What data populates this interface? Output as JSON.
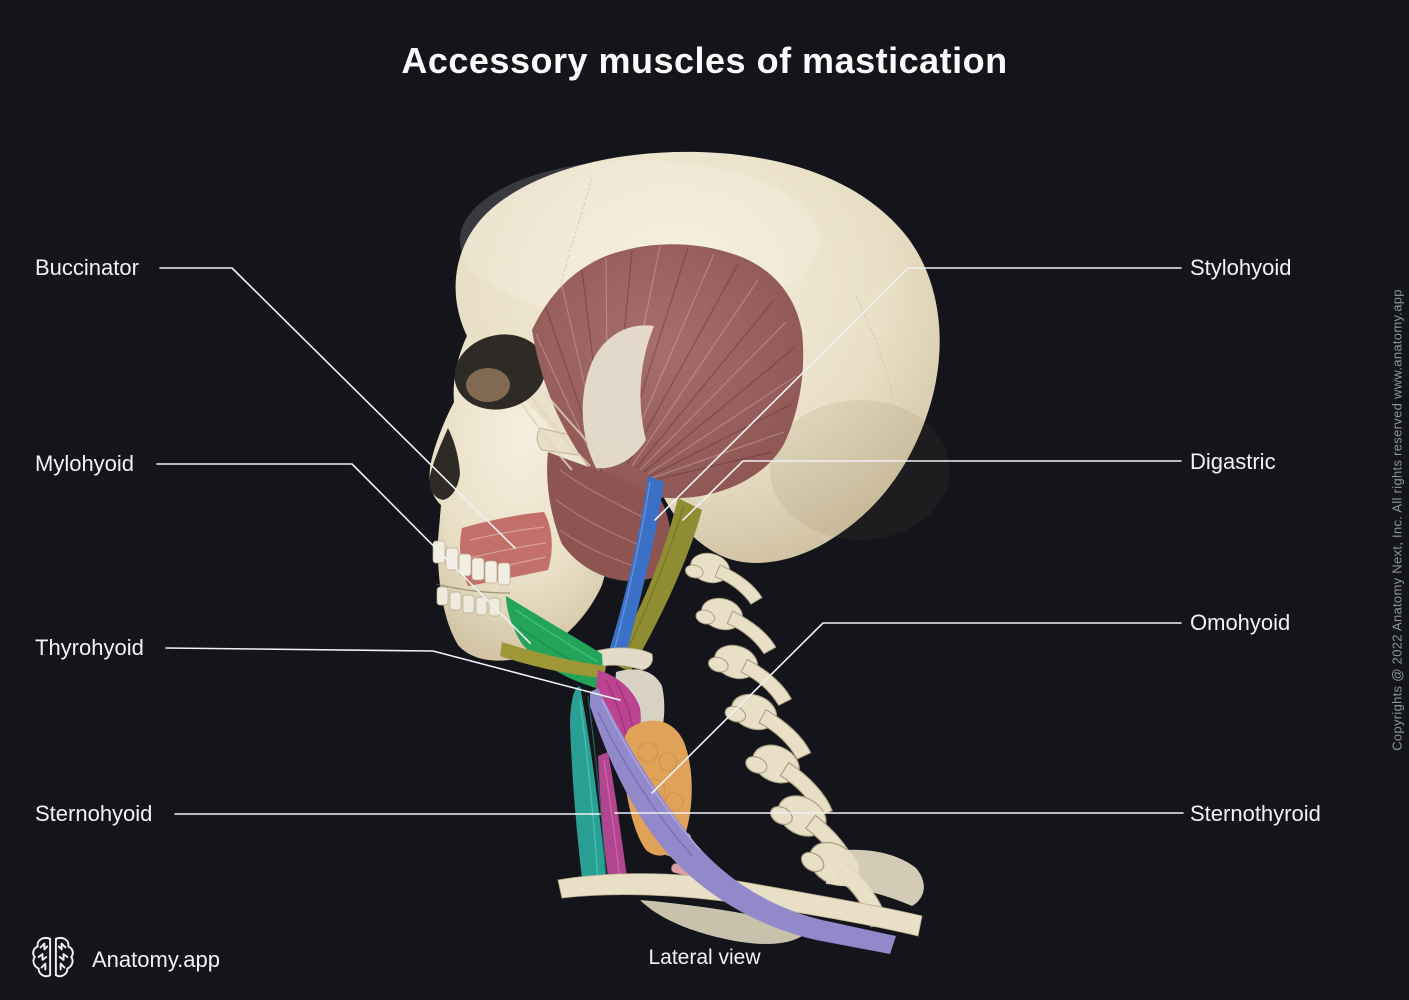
{
  "title": "Accessory muscles of mastication",
  "caption": "Lateral view",
  "brand": {
    "name": "Anatomy.app",
    "icon": "brain-icon"
  },
  "copyright": "Copyrights @ 2022 Anatomy Next, Inc. All rights reserved www.anatomy.app",
  "labels": {
    "left": [
      {
        "text": "Buccinator"
      },
      {
        "text": "Mylohyoid"
      },
      {
        "text": "Thyrohyoid"
      },
      {
        "text": "Sternohyoid"
      }
    ],
    "right": [
      {
        "text": "Stylohyoid"
      },
      {
        "text": "Digastric"
      },
      {
        "text": "Omohyoid"
      },
      {
        "text": "Sternothyroid"
      }
    ]
  },
  "colors": {
    "background": "#13151b",
    "title-text": "#fafafa",
    "label-text": "#f2f3f5",
    "leader-line": "#f0f1f3",
    "copyright-text": "#8f939c",
    "bone": "#e9dfc6",
    "temporalis": "#9c6160",
    "buccinator": "#c4706a",
    "stylohyoid-blue": "#3a70c6",
    "digastric-olive": "#8f8c32",
    "mylohyoid-green": "#23a459",
    "thyrohyoid-magenta": "#bc4390",
    "sternothyroid-magenta": "#b2458f",
    "sternohyoid-teal": "#2aa094",
    "omohyoid-purple": "#9289ca",
    "thyroid-orange": "#dfa258"
  }
}
